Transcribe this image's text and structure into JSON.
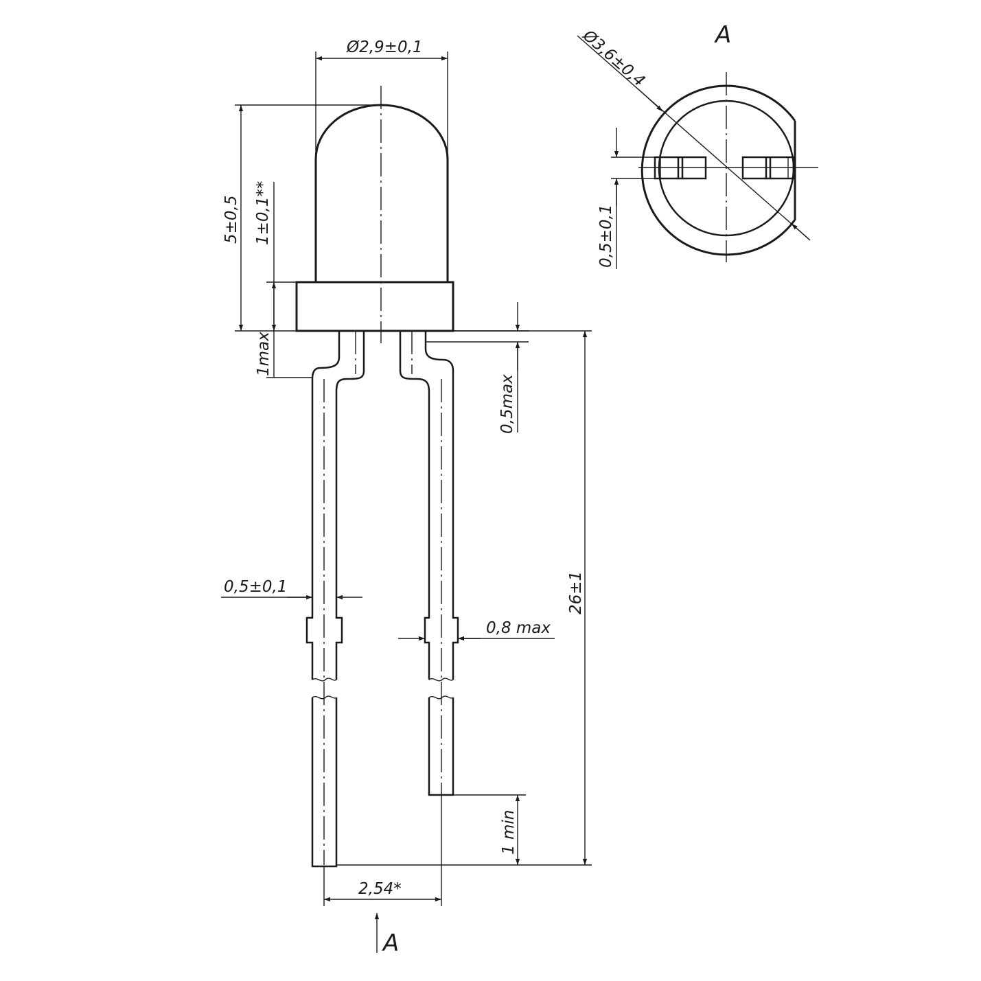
{
  "drawing": {
    "view_label": "A",
    "section_arrow_label": "A",
    "dimensions": {
      "lens_diameter": "Ø2,9±0,1",
      "flange_diameter": "Ø3,6±0,4",
      "body_height": "5±0,5",
      "flange_height": "1±0,1**",
      "bend_offset": "1max",
      "lead_stub": "0,5max",
      "lead_width": "0,5±0,1",
      "lead_width_view": "0,5±0,1",
      "kink_width": "0,8 max",
      "overall_length": "26±1",
      "lead_difference": "1 min",
      "pitch": "2,54*"
    }
  }
}
